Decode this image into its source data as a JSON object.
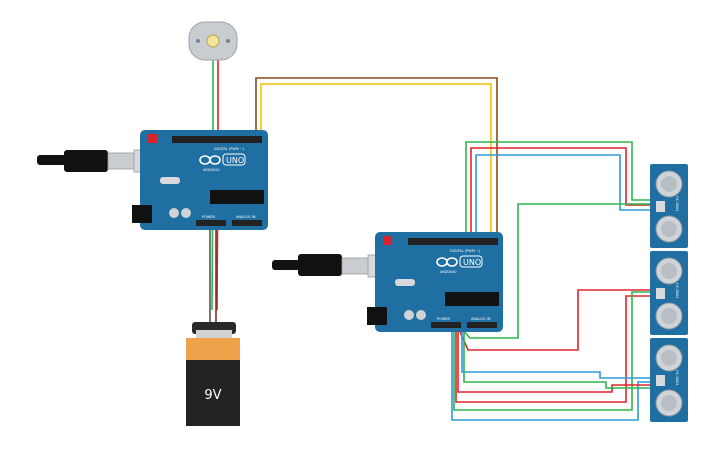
{
  "boards": [
    {
      "brand": "ARDUINO",
      "model": "UNO",
      "digital": "DIGITAL (PWM ~)",
      "analog": "ANALOG IN",
      "power": "POWER"
    },
    {
      "brand": "ARDUINO",
      "model": "UNO",
      "digital": "DIGITAL (PWM ~)",
      "analog": "ANALOG IN",
      "power": "POWER"
    }
  ],
  "battery": {
    "label": "9V"
  },
  "sensors": [
    {
      "label": "HC-SR04"
    },
    {
      "label": "HC-SR04"
    },
    {
      "label": "HC-SR04"
    }
  ],
  "colors": {
    "board": "#1f6fa3",
    "board_dark": "#16567f",
    "wire_red": "#e0252b",
    "wire_green": "#2db84b",
    "wire_blue": "#2d9ad6",
    "wire_yellow": "#f2c200",
    "wire_brown": "#8a4a1e",
    "battery_orange": "#f0a24b",
    "battery_black": "#222222"
  }
}
